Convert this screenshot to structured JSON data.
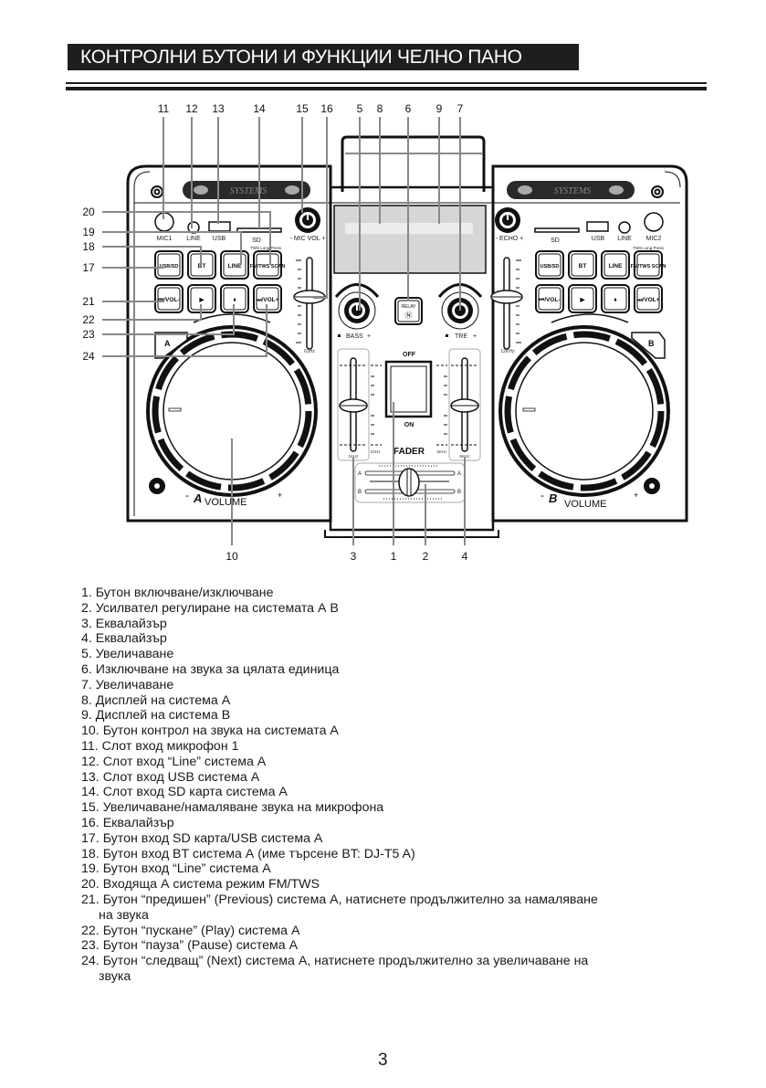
{
  "page": {
    "title": "КОНТРОЛНИ БУТОНИ И ФУНКЦИИ ЧЕЛНО ПАНО",
    "page_number": "3"
  },
  "diagram": {
    "top_callouts": [
      "11",
      "12",
      "13",
      "14",
      "15",
      "16",
      "5",
      "8",
      "6",
      "9",
      "7"
    ],
    "left_callouts": [
      "20",
      "19",
      "18",
      "17",
      "21",
      "22",
      "23",
      "24"
    ],
    "bottom_callouts": [
      "10",
      "3",
      "1",
      "2",
      "4"
    ],
    "brand": "SYSTEMS",
    "deck_a": {
      "jacks": {
        "mic": "MIC1",
        "line": "LINE",
        "usb": "USB",
        "sd": "SD"
      },
      "tws_note": "TWS Long Press",
      "knob_label": "- MIC VOL +",
      "buttons_row1": [
        "USB/SD",
        "BT",
        "LINE",
        "FM/TWS SCAN"
      ],
      "buttons_row2": [
        "⏮/VOL-",
        "▶",
        "⏸",
        "⏭/VOL+"
      ],
      "eq_freq": "63Hz",
      "badge": "A",
      "volume_label": "VOLUME",
      "volume_minus": "-",
      "volume_plus": "+"
    },
    "deck_b": {
      "jacks": {
        "mic": "MIC2",
        "line": "LINE",
        "usb": "USB",
        "sd": "SD"
      },
      "tws_note": "TWS Long Press",
      "knob_label": "- ECHO +",
      "buttons_row1": [
        "USB/SD",
        "BT",
        "LINE",
        "FM/TWS SCAN"
      ],
      "buttons_row2": [
        "⏮/VOL-",
        "▶",
        "⏸",
        "⏭/VOL+"
      ],
      "eq_freq": "12KHz",
      "badge": "B",
      "volume_label": "VOLUME",
      "volume_minus": "-",
      "volume_plus": "+"
    },
    "mixer": {
      "bass_label": "BASS",
      "treble_label": "TRE",
      "relay_label": "RELAY",
      "power_off": "OFF",
      "power_on": "ON",
      "fader_label": "FADER",
      "eq_left_freq": "1KHz",
      "eq_left_inner": "1KHz",
      "eq_right_inner": "6KHz",
      "eq_right_freq": "6KHz",
      "crossfader_a": "A",
      "crossfader_b": "B"
    }
  },
  "legend": [
    {
      "num": "1.",
      "text": "Бутон включване/изключване"
    },
    {
      "num": "2.",
      "text": "Усилвател регулиране на системата А В"
    },
    {
      "num": "3.",
      "text": "Еквалайзър"
    },
    {
      "num": "4.",
      "text": "Еквалайзър"
    },
    {
      "num": "5.",
      "text": "Увеличаване"
    },
    {
      "num": "6.",
      "text": "Изключване на звука за цялата единица"
    },
    {
      "num": "7.",
      "text": "Увеличаване"
    },
    {
      "num": "8.",
      "text": "Дисплей на система А"
    },
    {
      "num": "9.",
      "text": "Дисплей на система В"
    },
    {
      "num": "10.",
      "text": "Бутон контрол на звука на системата А"
    },
    {
      "num": "11.",
      "text": "Слот вход микрофон 1"
    },
    {
      "num": "12.",
      "text": "Слот вход “Line” система А"
    },
    {
      "num": "13.",
      "text": "Слот вход USB система А"
    },
    {
      "num": "14.",
      "text": "Слот вход SD карта система А"
    },
    {
      "num": "15.",
      "text": "Увеличаване/намаляване звука на микрофона"
    },
    {
      "num": "16.",
      "text": "Еквалайзър"
    },
    {
      "num": "17.",
      "text": "Бутон вход SD карта/USB система А"
    },
    {
      "num": "18.",
      "text": "Бутон вход BT система А (име търсене BT:  DJ-T5  A)"
    },
    {
      "num": "19.",
      "text": "Бутон вход “Line” система А"
    },
    {
      "num": "20.",
      "text": "Входяща А система режим FM/TWS"
    },
    {
      "num": "21.",
      "text": "Бутон “предишен” (Previous) система А, натиснете продължително за намаляване",
      "cont": "на звука"
    },
    {
      "num": "22.",
      "text": "Бутон “пускане” (Play) система А"
    },
    {
      "num": "23.",
      "text": "Бутон “пауза” (Pause) система А"
    },
    {
      "num": "24.",
      "text": "Бутон “следващ” (Next) система А, натиснете продължително за увеличаване на",
      "cont": "звука"
    }
  ]
}
